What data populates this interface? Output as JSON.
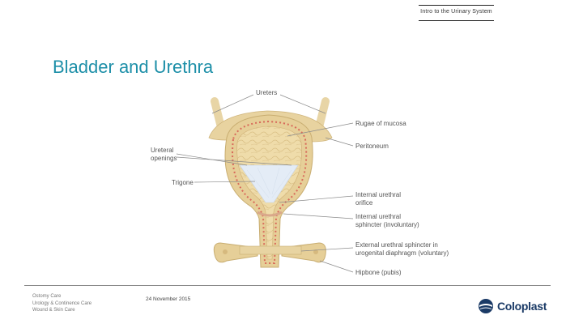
{
  "header": {
    "section_label": "Intro to the Urinary System"
  },
  "slide": {
    "title": "Bladder and Urethra"
  },
  "diagram": {
    "labels": {
      "ureters": "Ureters",
      "rugae": "Rugae of mucosa",
      "peritoneum": "Peritoneum",
      "ureteral_openings_1": "Ureteral",
      "ureteral_openings_2": "openings",
      "trigone": "Trigone",
      "internal_orifice_1": "Internal urethral",
      "internal_orifice_2": "orifice",
      "internal_sphincter_1": "Internal urethral",
      "internal_sphincter_2": "sphincter (involuntary)",
      "external_sphincter_1": "External urethral sphincter in",
      "external_sphincter_2": "urogenital diaphragm (voluntary)",
      "hipbone": "Hipbone (pubis)"
    }
  },
  "footer": {
    "divisions": [
      "Ostomy Care",
      "Urology & Continence Care",
      "Wound & Skin Care"
    ],
    "date": "24 November 2015",
    "brand": "Coloplast"
  },
  "colors": {
    "title": "#1d8fa8",
    "bladder_fill": "#f0dfb0",
    "bladder_wall": "#e6cf98",
    "peritoneum_dots": "#d86a5a",
    "trigone": "#e4ecf6",
    "brand": "#1a3a66"
  }
}
